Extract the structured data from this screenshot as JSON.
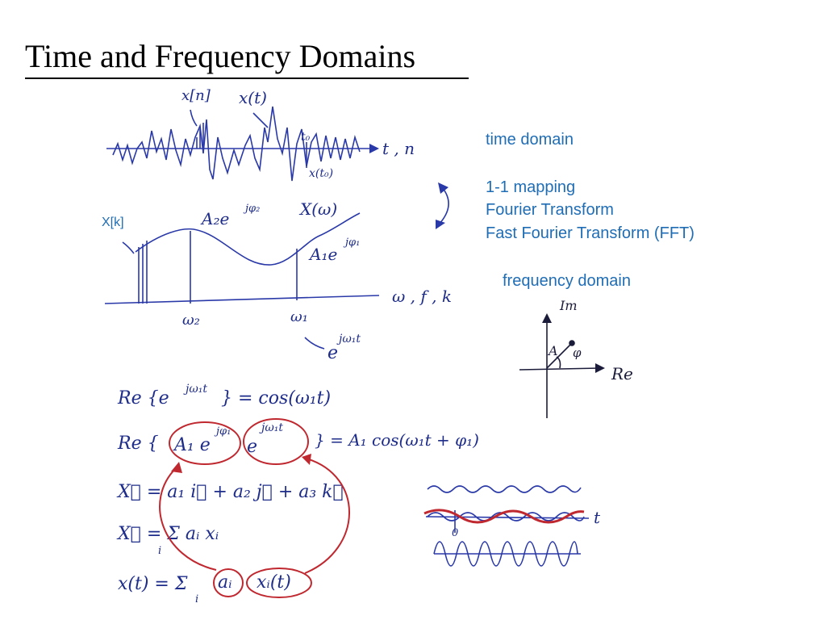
{
  "slide": {
    "title": "Time and Frequency Domains"
  },
  "notes": {
    "time_domain": "time domain",
    "mapping_1_1": "1-1 mapping",
    "fourier_transform": "Fourier Transform",
    "fft": "Fast Fourier Transform (FFT)",
    "frequency_domain": "frequency domain",
    "xk_label": "X[k]"
  },
  "colors": {
    "note_blue": "#1f6db5",
    "ink_blue": "#2a39a8",
    "ink_red": "#c0282f",
    "ink_dark": "#1b1b3a"
  },
  "handwriting": {
    "x_n": "x[n]",
    "x_t": "x(t)",
    "t0": "t₀",
    "x_t0": "x(t₀)",
    "t_n_axis": "t , n",
    "A2_term": "A₂e",
    "phi2_exp": "jφ₂",
    "X_w": "X(ω)",
    "A1_term": "A₁e",
    "phi1_exp": "jφ₁",
    "w_f_k_axis": "ω , f , k",
    "w2": "ω₂",
    "w1": "ω₁",
    "ejw1t_base": "e",
    "ejw1t_exp": "jω₁t",
    "im_label": "Im",
    "re_label": "Re",
    "a_label": "A",
    "phi_label": "φ",
    "eq1_lhs": "Re {e",
    "eq1_exp": "jω₁t",
    "eq1_rhs": "} = cos(ω₁t)",
    "eq2_lhs": "Re {",
    "eq2_term1": "A₁ e",
    "eq2_term1_exp": "jφ₁",
    "eq2_term2": "e",
    "eq2_term2_exp": "jω₁t",
    "eq2_rhs": "} = A₁ cos(ω₁t + φ₁)",
    "eq3": "X⃗ = a₁ i⃗ + a₂ j⃗ + a₃ k⃗",
    "eq4": "X⃗ = Σ aᵢ xᵢ",
    "eq4_sub": "i",
    "eq5_lhs": "x(t) = Σ",
    "eq5_sub": "i",
    "eq5_a": "aᵢ",
    "eq5_x": "xᵢ(t)",
    "wave_t": "t",
    "wave_0": "0"
  }
}
